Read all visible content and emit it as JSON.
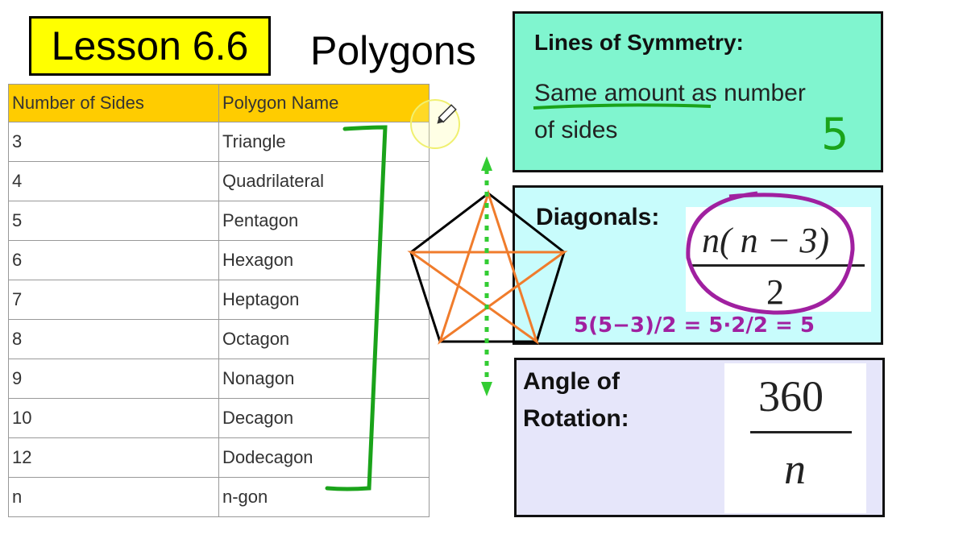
{
  "lesson_label": "Lesson 6.6",
  "title": "Polygons",
  "table": {
    "headers": [
      "Number of Sides",
      "Polygon Name"
    ],
    "rows": [
      [
        "3",
        "Triangle"
      ],
      [
        "4",
        "Quadrilateral"
      ],
      [
        "5",
        "Pentagon"
      ],
      [
        "6",
        "Hexagon"
      ],
      [
        "7",
        "Heptagon"
      ],
      [
        "8",
        "Octagon"
      ],
      [
        "9",
        "Nonagon"
      ],
      [
        "10",
        "Decagon"
      ],
      [
        "12",
        "Dodecagon"
      ],
      [
        "n",
        "n-gon"
      ]
    ]
  },
  "symmetry": {
    "heading": "Lines of Symmetry:",
    "text_underlined": "Same amount",
    "text_rest": " as number",
    "text_line2": "of sides",
    "handwritten_answer": "5"
  },
  "diagonals": {
    "heading": "Diagonals:",
    "numerator": "n( n − 3)",
    "denominator": "2",
    "handwritten_work": "5(5−3)/2 = 5·2/2 = 5"
  },
  "rotation": {
    "heading_line1": "Angle of",
    "heading_line2": "Rotation:",
    "numerator": "360",
    "denominator": "n"
  },
  "colors": {
    "header": "#ffcc00",
    "lesson": "#ffff00",
    "symmetry": "#80f5cf",
    "diagonals": "#c8fcfc",
    "rotation": "#e6e6fa",
    "ink_green": "#1aa31a",
    "ink_purple": "#a020a0",
    "star": "#f07c2c"
  }
}
